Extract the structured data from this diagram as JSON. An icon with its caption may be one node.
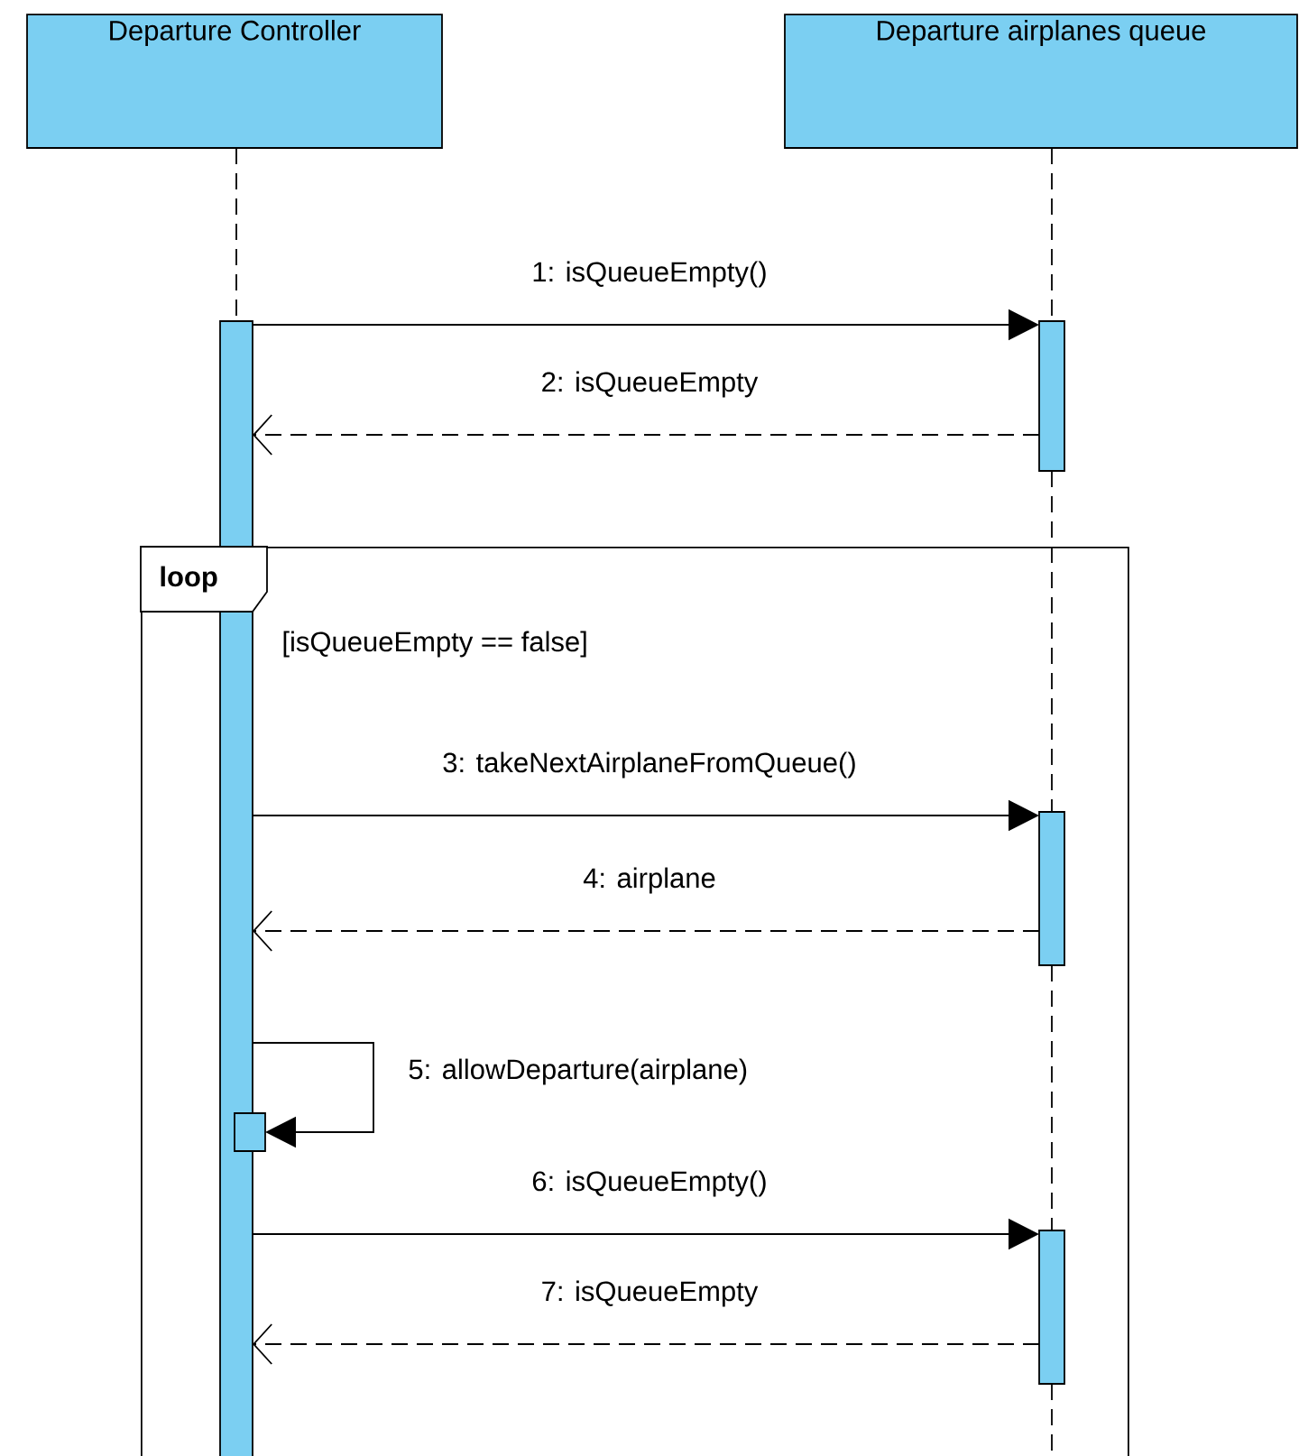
{
  "diagram": {
    "nodes": [
      {
        "text": [
          "Departure Controller"
        ]
      },
      {
        "text": [
          "Departure airplanes queue"
        ]
      },
      {
        "text": [],
        "shape": "bar"
      },
      {
        "text": [],
        "shape": "bar"
      },
      {
        "text": [
          "loop",
          "[isQueueEmpty == false]"
        ]
      },
      {
        "text": [],
        "shape": "bar",
        "in": 4
      },
      {
        "text": [],
        "shape": "bar",
        "in": 4
      },
      {
        "text": [],
        "shape": "bar",
        "in": 4
      }
    ],
    "edges": [
      {
        "from": 2,
        "to": 3,
        "arrow": "to",
        "label": "1: isQueueEmpty()"
      },
      {
        "from": 3,
        "to": 2,
        "arrow": "to",
        "style": "dashed",
        "label": "2: isQueueEmpty"
      },
      {
        "from": 2,
        "to": 5,
        "arrow": "to",
        "label": "3: takeNextAirplaneFromQueue()"
      },
      {
        "from": 5,
        "to": 2,
        "arrow": "to",
        "style": "dashed",
        "label": "4: airplane"
      },
      {
        "from": 2,
        "to": 6,
        "arrow": "to",
        "label": "5: allowDeparture(airplane)"
      },
      {
        "from": 2,
        "to": 7,
        "arrow": "to",
        "label": "6: isQueueEmpty()"
      },
      {
        "from": 7,
        "to": 2,
        "arrow": "to",
        "style": "dashed",
        "label": "7: isQueueEmpty"
      },
      {
        "from": 0,
        "to": 2,
        "arrow": "none",
        "style": "dashed"
      },
      {
        "from": 1,
        "to": 3,
        "arrow": "none",
        "style": "dashed"
      },
      {
        "from": 3,
        "to": 5,
        "arrow": "none",
        "style": "dashed"
      },
      {
        "from": 5,
        "to": 7,
        "arrow": "none",
        "style": "dashed"
      },
      {
        "from": 7,
        "to": null,
        "arrow": "none",
        "style": "dashed"
      }
    ]
  }
}
